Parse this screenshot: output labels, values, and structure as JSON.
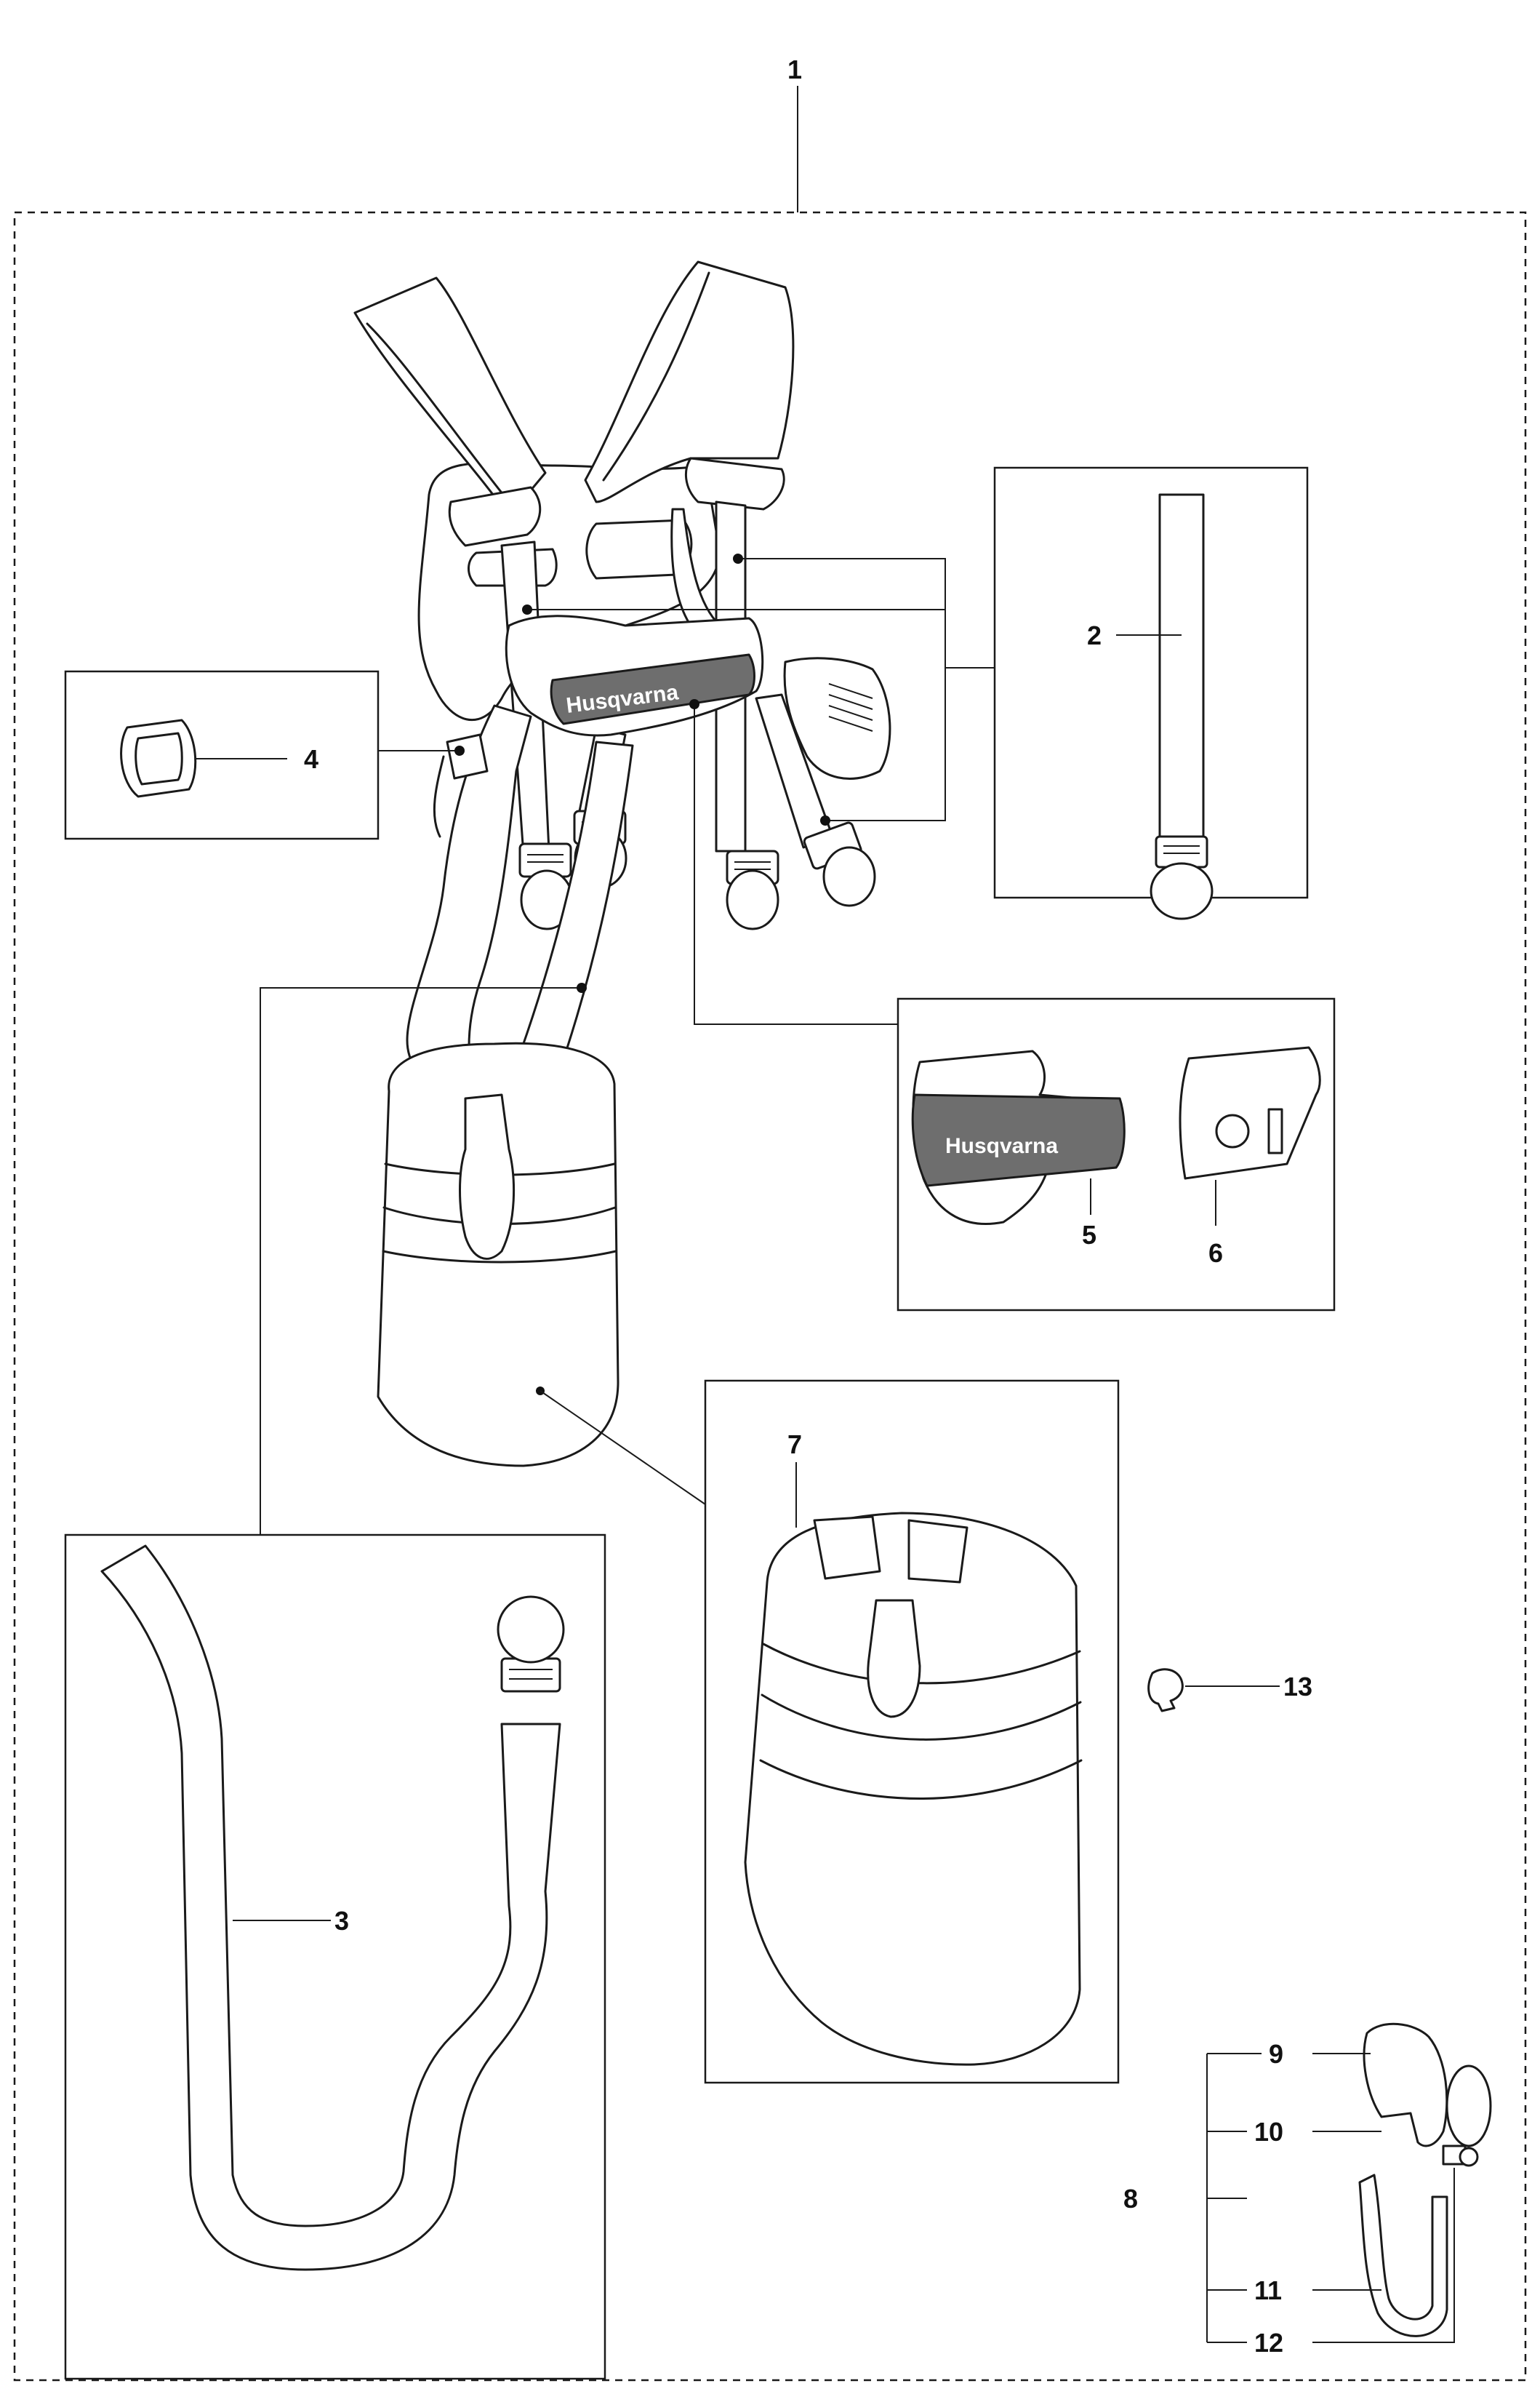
{
  "callouts": [
    {
      "id": "1",
      "label": "1"
    },
    {
      "id": "2",
      "label": "2"
    },
    {
      "id": "3",
      "label": "3"
    },
    {
      "id": "4",
      "label": "4"
    },
    {
      "id": "5",
      "label": "5"
    },
    {
      "id": "6",
      "label": "6"
    },
    {
      "id": "7",
      "label": "7"
    },
    {
      "id": "8",
      "label": "8"
    },
    {
      "id": "9",
      "label": "9"
    },
    {
      "id": "10",
      "label": "10"
    },
    {
      "id": "11",
      "label": "11"
    },
    {
      "id": "12",
      "label": "12"
    },
    {
      "id": "13",
      "label": "13"
    }
  ],
  "brand_text": "Husqvarna",
  "colors": {
    "line": "#1a1a1a",
    "background": "#ffffff"
  }
}
